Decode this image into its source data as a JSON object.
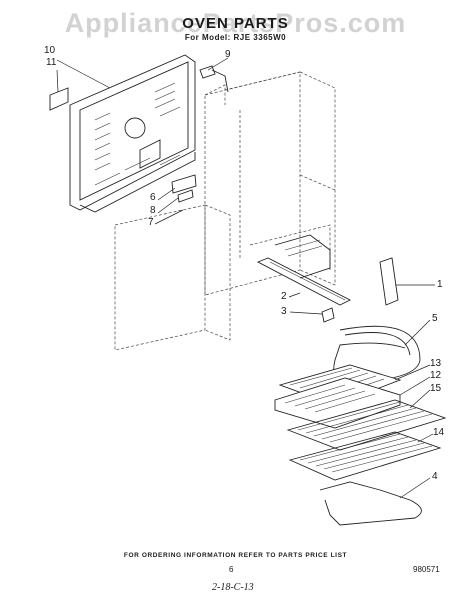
{
  "watermark": "AppliancePartsPros.com",
  "heading": "OVEN PARTS",
  "model_line": "For Model: RJE 3365W0",
  "callouts": {
    "c10": "10",
    "c11": "11",
    "c9": "9",
    "c6": "6",
    "c8": "8",
    "c7": "7",
    "c1": "1",
    "c2": "2",
    "c3": "3",
    "c5": "5",
    "c13": "13",
    "c12": "12",
    "c15": "15",
    "c14": "14",
    "c4": "4"
  },
  "footer": "FOR ORDERING INFORMATION REFER TO PARTS PRICE LIST",
  "page_number": "6",
  "part_code": "980571",
  "handwritten_note": "2-18-C-13"
}
